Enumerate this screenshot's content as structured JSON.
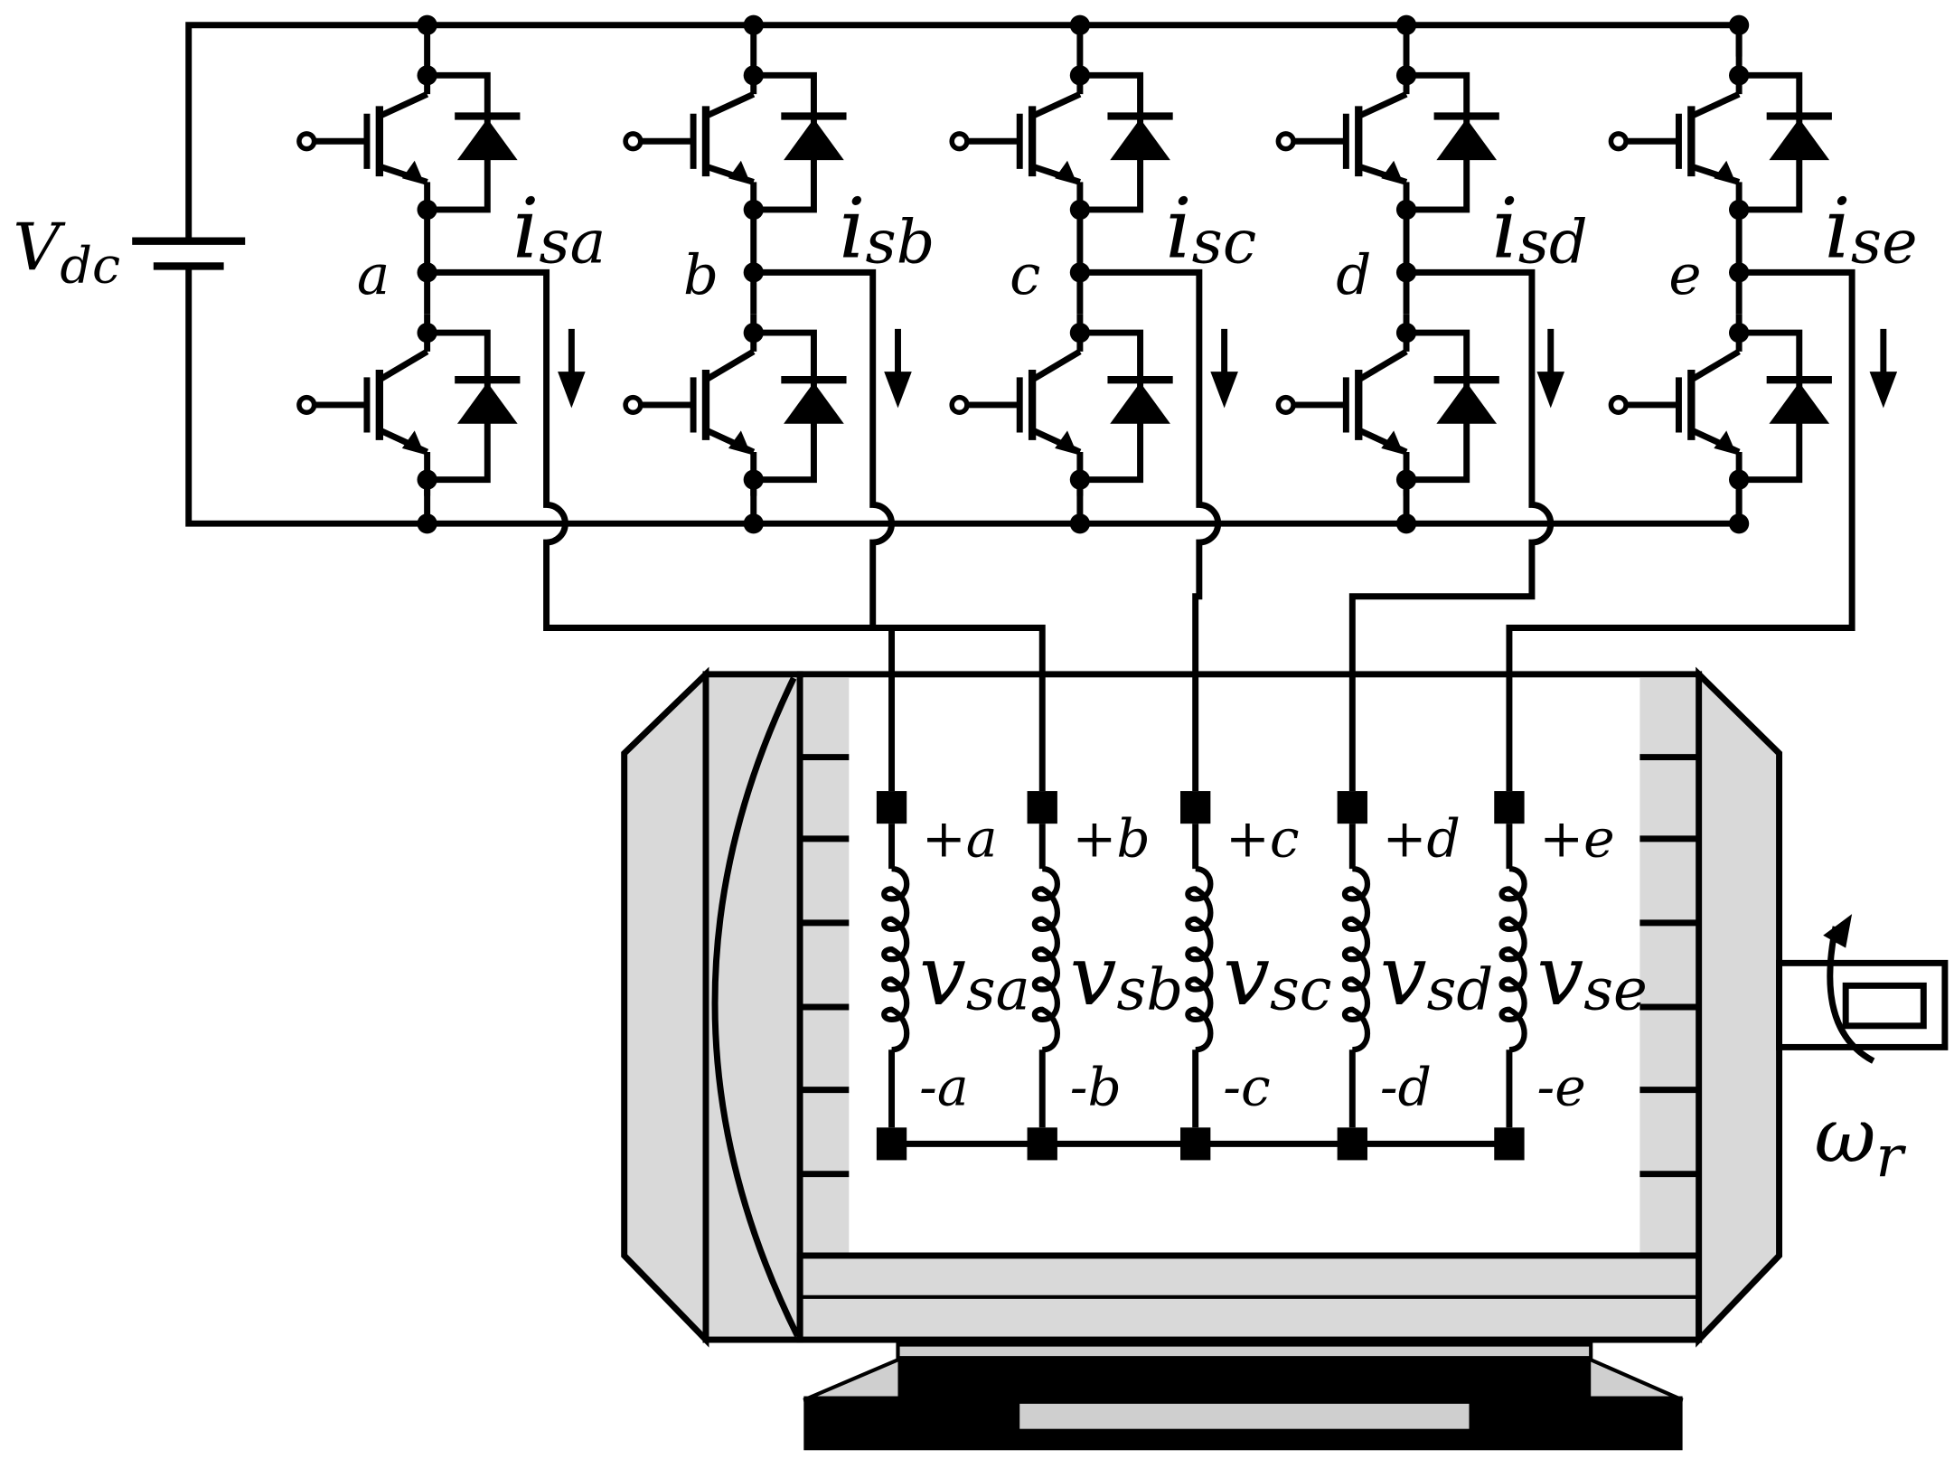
{
  "source": {
    "label_main": "V",
    "label_sub": "dc"
  },
  "legs": [
    {
      "node": "a",
      "current_main": "i",
      "current_sub": "sa",
      "top_terminal": "+a",
      "bottom_terminal": "-a",
      "voltage_main": "v",
      "voltage_sub": "sa"
    },
    {
      "node": "b",
      "current_main": "i",
      "current_sub": "sb",
      "top_terminal": "+b",
      "bottom_terminal": "-b",
      "voltage_main": "v",
      "voltage_sub": "sb"
    },
    {
      "node": "c",
      "current_main": "i",
      "current_sub": "sc",
      "top_terminal": "+c",
      "bottom_terminal": "-c",
      "voltage_main": "v",
      "voltage_sub": "sc"
    },
    {
      "node": "d",
      "current_main": "i",
      "current_sub": "sd",
      "top_terminal": "+d",
      "bottom_terminal": "-d",
      "voltage_main": "v",
      "voltage_sub": "sd"
    },
    {
      "node": "e",
      "current_main": "i",
      "current_sub": "se",
      "top_terminal": "+e",
      "bottom_terminal": "-e",
      "voltage_main": "v",
      "voltage_sub": "se"
    }
  ],
  "rotor": {
    "label_main": "ω",
    "label_sub": "r"
  },
  "colors": {
    "line": "#000000",
    "motor_fill": "#d9d9d9",
    "background": "#ffffff"
  }
}
